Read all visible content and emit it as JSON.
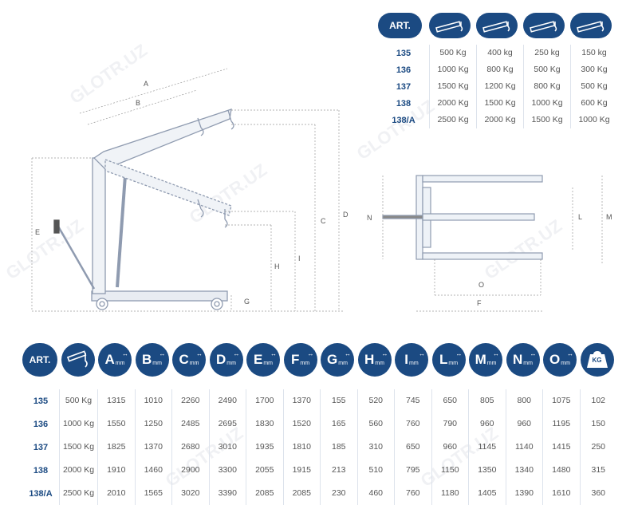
{
  "watermark": "GLOTR.UZ",
  "colors": {
    "brand": "#1b4a82",
    "line": "#9aa6b8",
    "dim": "#8a8a8a"
  },
  "top_table": {
    "header_art": "ART.",
    "header_icons": [
      "crane-boom-position-1-icon",
      "crane-boom-position-2-icon",
      "crane-boom-position-3-icon",
      "crane-boom-position-4-icon"
    ],
    "rows": [
      {
        "art": "135",
        "values": [
          "500 Kg",
          "400 kg",
          "250 kg",
          "150 kg"
        ]
      },
      {
        "art": "136",
        "values": [
          "1000 Kg",
          "800 Kg",
          "500 Kg",
          "300 Kg"
        ]
      },
      {
        "art": "137",
        "values": [
          "1500 Kg",
          "1200 Kg",
          "800 Kg",
          "500 Kg"
        ]
      },
      {
        "art": "138",
        "values": [
          "2000 Kg",
          "1500 Kg",
          "1000 Kg",
          "600 Kg"
        ]
      },
      {
        "art": "138/A",
        "values": [
          "2500 Kg",
          "2000 Kg",
          "1500 Kg",
          "1000 Kg"
        ]
      }
    ]
  },
  "side_drawing_labels": {
    "a": "A",
    "b": "B",
    "c": "C",
    "d": "D",
    "e": "E",
    "g": "G",
    "h": "H",
    "i": "I"
  },
  "top_drawing_labels": {
    "l": "L",
    "m": "M",
    "n": "N",
    "o": "O",
    "f": "F"
  },
  "bottom_table": {
    "header_art": "ART.",
    "unit": "mm",
    "weight_label": "KG",
    "dim_letters": [
      "A",
      "B",
      "C",
      "D",
      "E",
      "F",
      "G",
      "H",
      "I",
      "L",
      "M",
      "N",
      "O"
    ],
    "rows": [
      {
        "art": "135",
        "values": [
          "500 Kg",
          "1315",
          "1010",
          "2260",
          "2490",
          "1700",
          "1370",
          "155",
          "520",
          "745",
          "650",
          "805",
          "800",
          "1075",
          "102"
        ]
      },
      {
        "art": "136",
        "values": [
          "1000 Kg",
          "1550",
          "1250",
          "2485",
          "2695",
          "1830",
          "1520",
          "165",
          "560",
          "760",
          "790",
          "960",
          "960",
          "1195",
          "150"
        ]
      },
      {
        "art": "137",
        "values": [
          "1500 Kg",
          "1825",
          "1370",
          "2680",
          "3010",
          "1935",
          "1810",
          "185",
          "310",
          "650",
          "960",
          "1145",
          "1140",
          "1415",
          "250"
        ]
      },
      {
        "art": "138",
        "values": [
          "2000 Kg",
          "1910",
          "1460",
          "2900",
          "3300",
          "2055",
          "1915",
          "213",
          "510",
          "795",
          "1150",
          "1350",
          "1340",
          "1480",
          "315"
        ]
      },
      {
        "art": "138/A",
        "values": [
          "2500 Kg",
          "2010",
          "1565",
          "3020",
          "3390",
          "2085",
          "2085",
          "230",
          "460",
          "760",
          "1180",
          "1405",
          "1390",
          "1610",
          "360"
        ]
      }
    ]
  }
}
